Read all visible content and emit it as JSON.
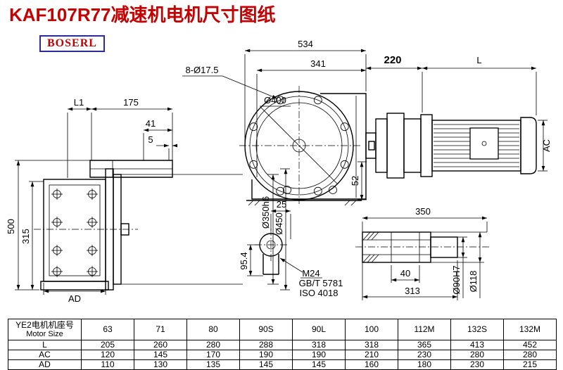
{
  "page": {
    "title": "KAF107R77减速机电机尺寸图纸",
    "brand": "BOSERL"
  },
  "drawing": {
    "left_view": {
      "dim_L1": "L1",
      "dim_175": "175",
      "dim_41": "41",
      "dim_5": "5",
      "dim_500": "500",
      "dim_315": "315",
      "dim_AD": "AD",
      "dim_d350": "Ø350h6",
      "dim_d450": "Ø450"
    },
    "front_view": {
      "dim_534": "534",
      "dim_341": "341",
      "dim_bolt_holes": "8-Ø17.5",
      "dim_d400": "Ø400",
      "dim_220": "220",
      "dim_L": "L",
      "dim_AC": "AC",
      "dim_52": "52"
    },
    "shaft_end_view": {
      "dim_25": "25",
      "dim_95_4": "95.4",
      "thread": "M24",
      "std1": "GB/T 5781",
      "std2": "ISO 4018"
    },
    "shaft_detail": {
      "dim_350": "350",
      "dim_40": "40",
      "dim_313": "313",
      "dim_d90": "Ø90H7",
      "dim_d118": "Ø118"
    }
  },
  "table": {
    "header_line1": "YE2电机机座号",
    "header_line2": "Motor Size",
    "columns": [
      "63",
      "71",
      "80",
      "90S",
      "90L",
      "100",
      "112M",
      "132S",
      "132M"
    ],
    "rows": [
      {
        "label": "L",
        "values": [
          "205",
          "260",
          "280",
          "288",
          "318",
          "318",
          "365",
          "413",
          "452"
        ]
      },
      {
        "label": "AC",
        "values": [
          "120",
          "145",
          "170",
          "190",
          "190",
          "210",
          "230",
          "280",
          "280"
        ]
      },
      {
        "label": "AD",
        "values": [
          "110",
          "130",
          "135",
          "145",
          "145",
          "160",
          "180",
          "230",
          "215"
        ]
      }
    ]
  }
}
